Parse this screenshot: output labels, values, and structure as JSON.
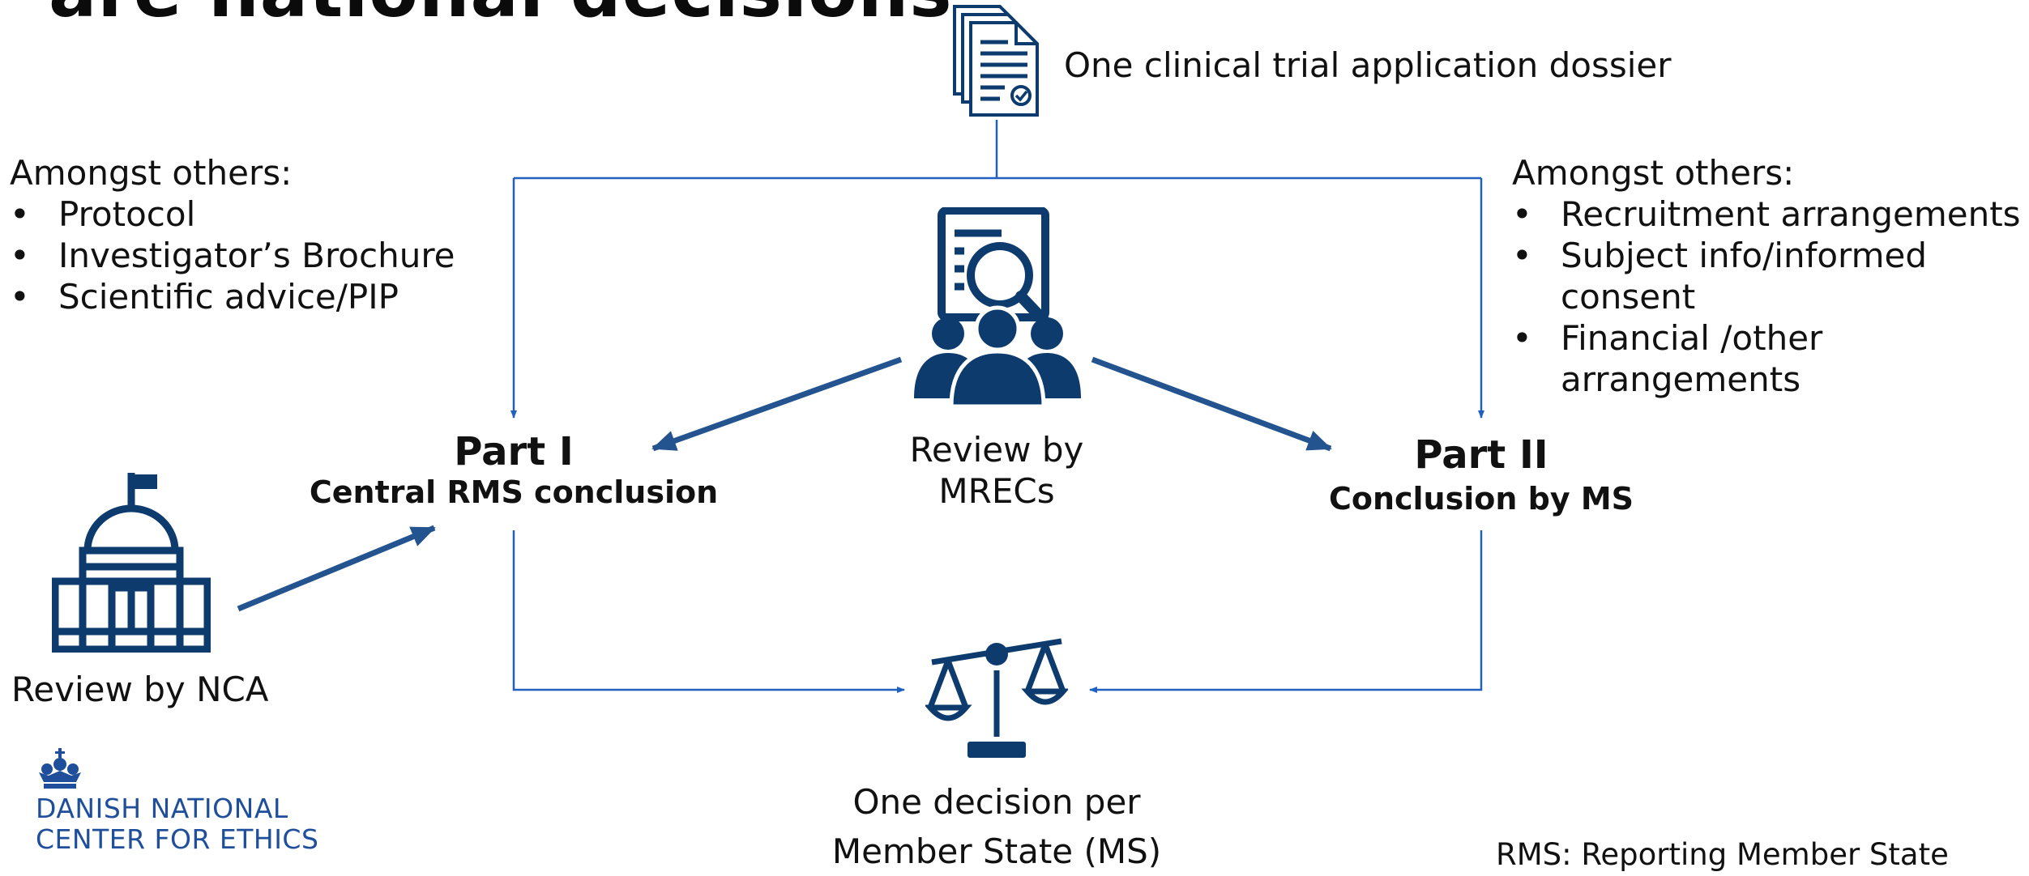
{
  "title": "are national decisions",
  "dossier": {
    "label": "One clinical trial application dossier"
  },
  "part1_docs": {
    "heading": "Amongst others:",
    "items": [
      "Protocol",
      "Investigator’s Brochure",
      "Scientific advice/PIP"
    ]
  },
  "part2_docs": {
    "heading": "Amongst others:",
    "items": [
      "Recruitment arrangements",
      "Subject info/informed consent",
      "Financial /other arrangements"
    ]
  },
  "part1": {
    "title": "Part I",
    "subtitle": "Central RMS conclusion"
  },
  "part2": {
    "title": "Part II",
    "subtitle": "Conclusion by MS"
  },
  "mrecs": {
    "line1": "Review by",
    "line2": "MRECs"
  },
  "nca": {
    "label": "Review by NCA"
  },
  "decision": {
    "line1": "One decision per",
    "line2": "Member State (MS)"
  },
  "logo": {
    "line1": "DANISH NATIONAL",
    "line2": "CENTER FOR ETHICS"
  },
  "footnote": "RMS: Reporting Member State",
  "colors": {
    "icon": "#0d3b6e",
    "connector": "#2060c0",
    "arrow": "#24548f",
    "logo": "#1f4e9b"
  },
  "icons": [
    "document-stack-icon",
    "review-group-icon",
    "government-building-icon",
    "scales-icon",
    "crown-icon"
  ]
}
